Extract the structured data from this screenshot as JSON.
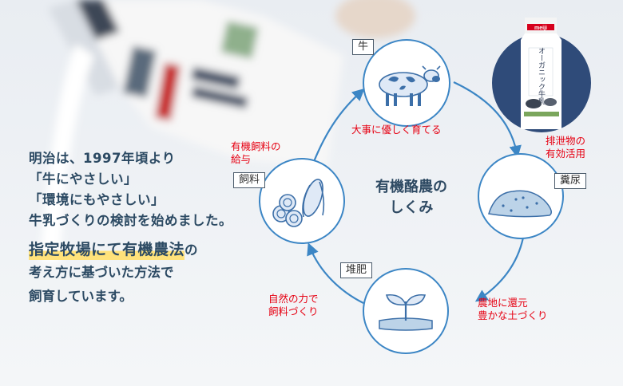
{
  "intro": {
    "line1": "明治は、1997年頃より",
    "line2": "「牛にやさしい」",
    "line3": "「環境にもやさしい」",
    "line4": "牛乳づくりの検討を始めました。",
    "highlight": "指定牧場にて有機農法",
    "highlight_suffix": "の",
    "line6": "考え方に基づいた方法で",
    "line7": "飼育しています。"
  },
  "center_title": {
    "line1": "有機酪農の",
    "line2": "しくみ"
  },
  "nodes": {
    "cow": "牛",
    "manure": "糞尿",
    "compost": "堆肥",
    "feed": "飼料"
  },
  "arrows": {
    "cow_to_manure": "大事に優しく育てる",
    "manure_to_compost_1": "排泄物の",
    "manure_to_compost_2": "有効活用",
    "compost_to_soil_1": "農地に還元",
    "compost_to_soil_2": "豊かな土づくり",
    "soil_to_feed_1": "自然の力で",
    "soil_to_feed_2": "飼料づくり",
    "feed_to_cow_1": "有機飼料の",
    "feed_to_cow_2": "給与"
  },
  "product": {
    "brand": "meiji",
    "name": "オーガニック牛乳"
  },
  "colors": {
    "navy": "#2c4a63",
    "accent_blue": "#3c86c5",
    "red": "#e60012",
    "highlight": "#ffe27a"
  }
}
